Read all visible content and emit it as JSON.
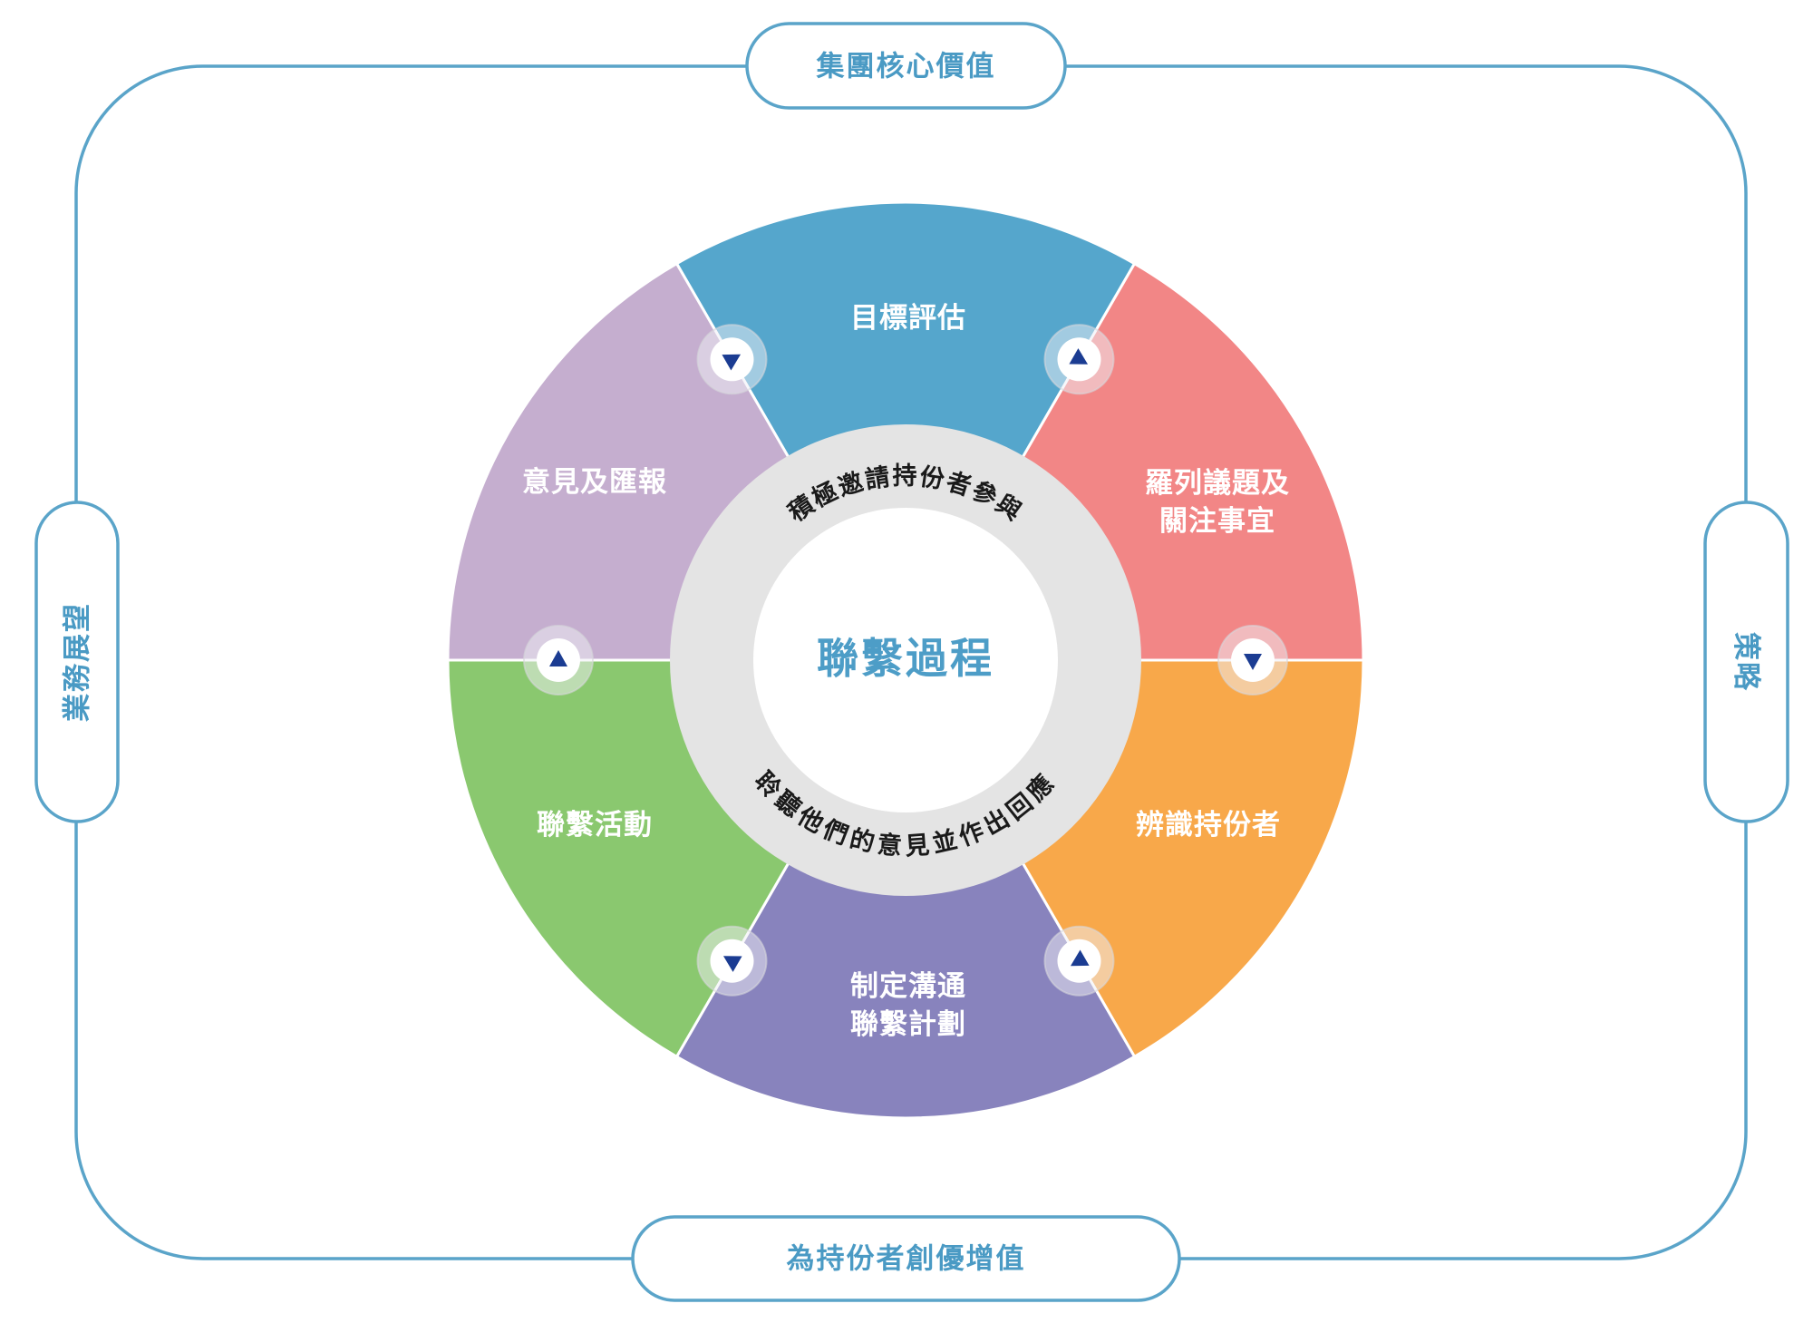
{
  "frame": {
    "top_label": "集團核心價值",
    "bottom_label": "為持份者創優增值",
    "left_label": "業務展望",
    "right_label": "策略"
  },
  "cycle": {
    "center_title": "聯繫過程",
    "ring_top_text": "積極邀請持份者參與",
    "ring_bottom_text": "聆聽他們的意見並作出回應",
    "flow_direction": "clockwise",
    "arrow_icon": "triangle-arrow-icon",
    "stages": [
      {
        "lines": [
          "目標評估"
        ],
        "color": "#55A6CC"
      },
      {
        "lines": [
          "羅列議題及",
          "關注事宜"
        ],
        "color": "#F28686"
      },
      {
        "lines": [
          "辨識持份者"
        ],
        "color": "#F8A84A"
      },
      {
        "lines": [
          "制定溝通",
          "聯繫計劃"
        ],
        "color": "#8883BD"
      },
      {
        "lines": [
          "聯繫活動"
        ],
        "color": "#8AC86F"
      },
      {
        "lines": [
          "意見及匯報"
        ],
        "color": "#C5AECF"
      }
    ]
  },
  "colors": {
    "frame": "#5AA4C9",
    "frame_text": "#4A9AC4",
    "ring": "#E4E4E4",
    "center_title": "#4D9DC7",
    "ring_text": "#1A1A1A",
    "arrow": "#1B3C92",
    "stage_text": "#FFFFFF",
    "background": "#FFFFFF"
  }
}
